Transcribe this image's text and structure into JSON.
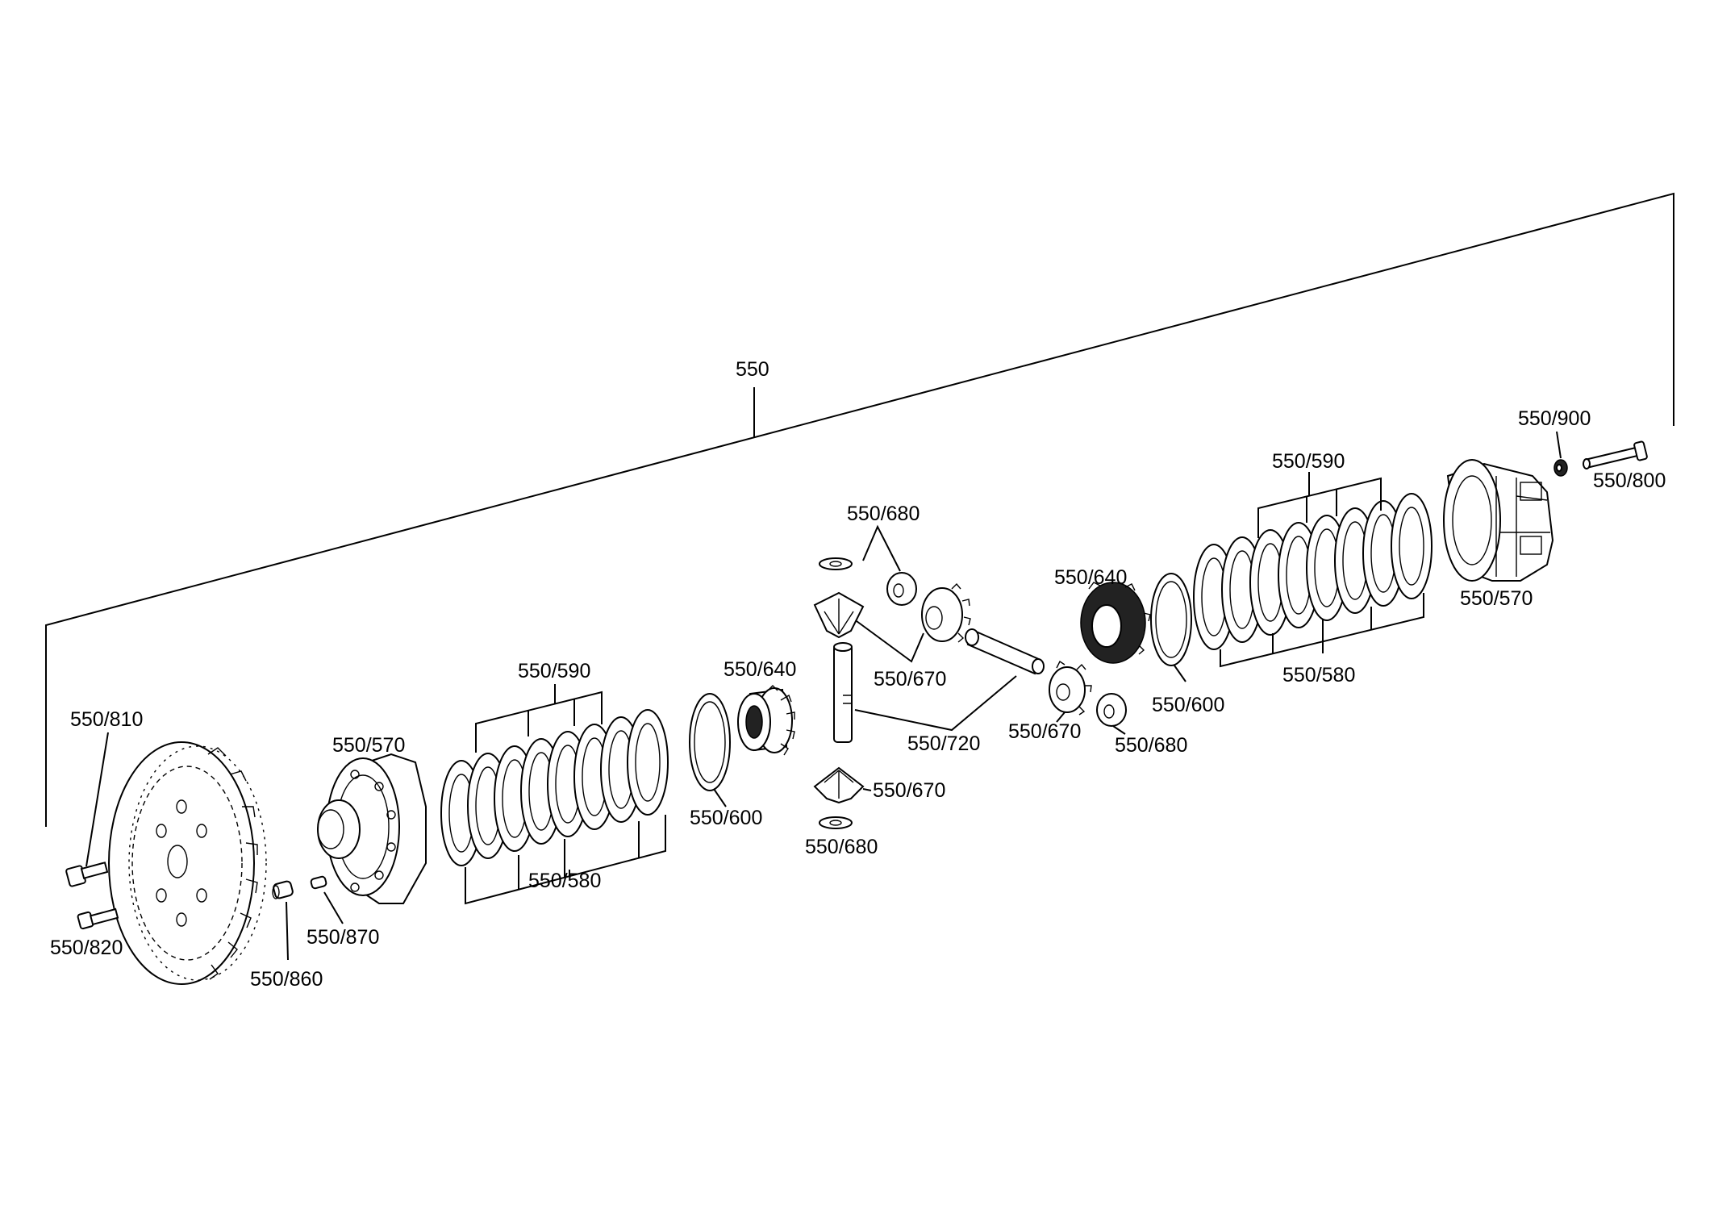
{
  "assembly": {
    "label": "550"
  },
  "callouts": {
    "c810": "550/810",
    "c820": "550/820",
    "c860": "550/860",
    "c870": "550/870",
    "c570a": "550/570",
    "c590a": "550/590",
    "c580a": "550/580",
    "c600a": "550/600",
    "c640a": "550/640",
    "c680top": "550/680",
    "c670a": "550/670",
    "c720": "550/720",
    "c670b": "550/670",
    "c680bot": "550/680",
    "c670c": "550/670",
    "c680c": "550/680",
    "c640b": "550/640",
    "c600b": "550/600",
    "c590b": "550/590",
    "c580b": "550/580",
    "c570b": "550/570",
    "c900": "550/900",
    "c800": "550/800"
  },
  "colors": {
    "line": "#000000",
    "background": "#ffffff"
  }
}
